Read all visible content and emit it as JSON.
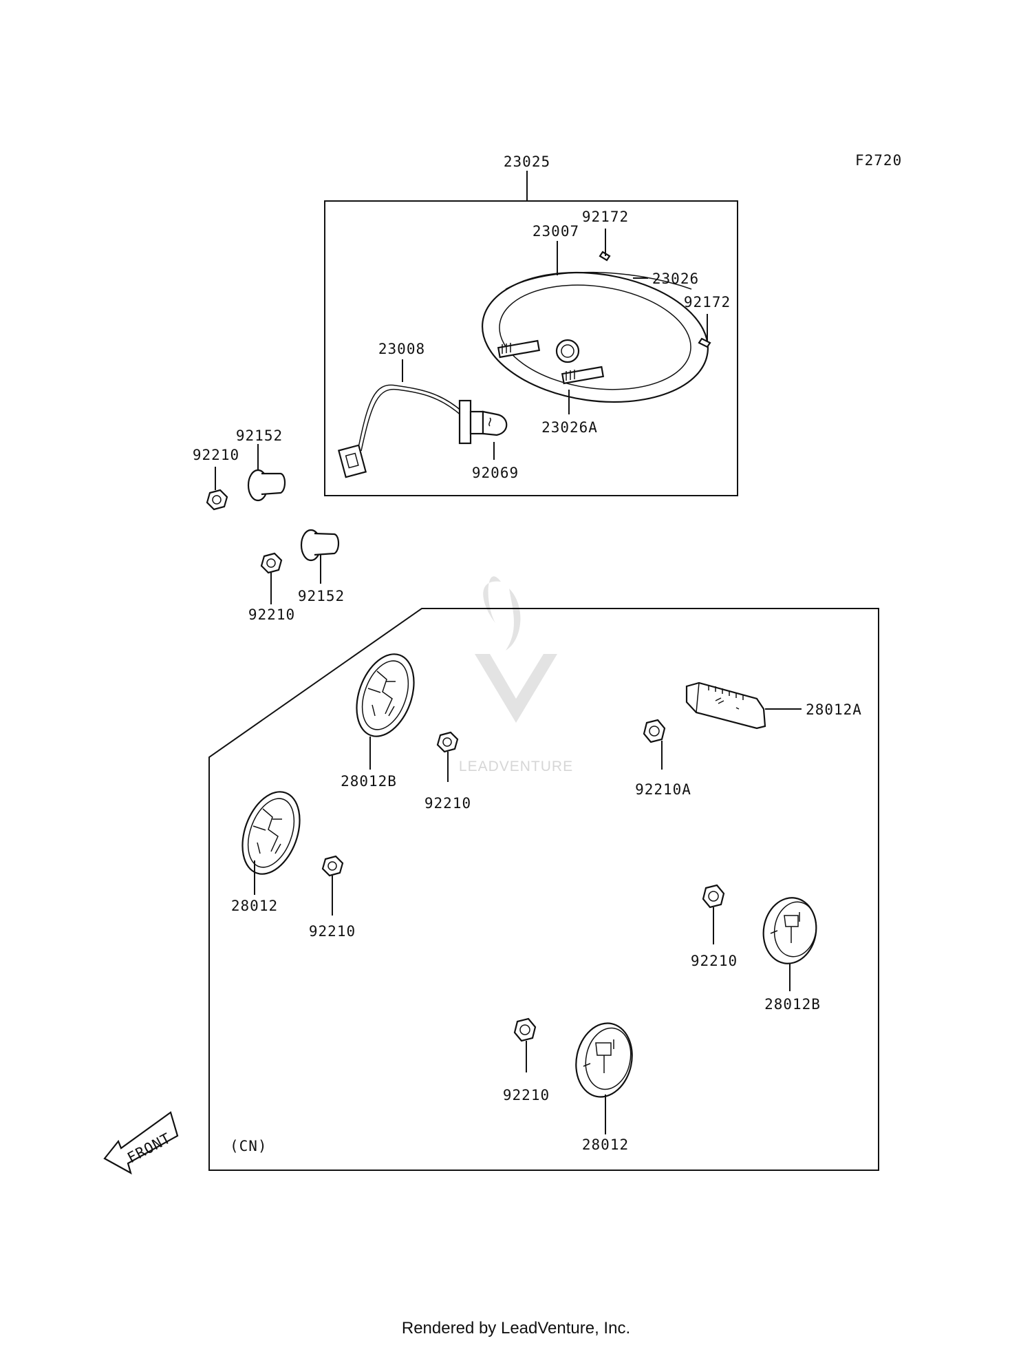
{
  "diagram": {
    "code": "F2720",
    "region_note": "(CN)",
    "front_label": "FRONT",
    "watermark": "LEADVENTURE",
    "labels": {
      "p23025": "23025",
      "p92172a": "92172",
      "p23007": "23007",
      "p23026": "23026",
      "p92172b": "92172",
      "p23008": "23008",
      "p23026A": "23026A",
      "p92069": "92069",
      "p92152a": "92152",
      "p92210a": "92210",
      "p92152b": "92152",
      "p92210b": "92210",
      "p28012A": "28012A",
      "p28012Ba": "28012B",
      "p92210c": "92210",
      "p92210A": "92210A",
      "p28012a": "28012",
      "p92210d": "92210",
      "p92210e": "92210",
      "p28012Bb": "28012B",
      "p92210f": "92210",
      "p28012b": "28012"
    }
  },
  "footer": "Rendered by LeadVenture, Inc."
}
